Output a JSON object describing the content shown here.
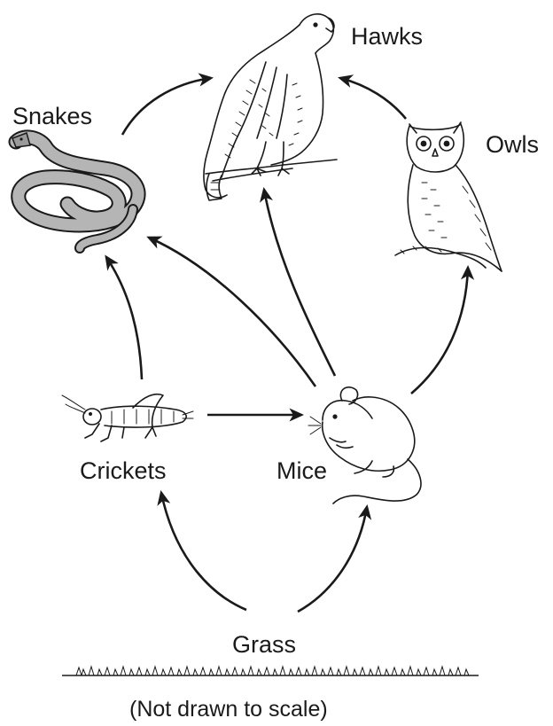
{
  "organisms": {
    "hawks": "Hawks",
    "snakes": "Snakes",
    "owls": "Owls",
    "crickets": "Crickets",
    "mice": "Mice",
    "grass": "Grass"
  },
  "caption": "(Not drawn to scale)",
  "arrows": [
    {
      "from": "Grass",
      "to": "Crickets"
    },
    {
      "from": "Grass",
      "to": "Mice"
    },
    {
      "from": "Crickets",
      "to": "Mice"
    },
    {
      "from": "Crickets",
      "to": "Snakes"
    },
    {
      "from": "Mice",
      "to": "Snakes"
    },
    {
      "from": "Mice",
      "to": "Hawks"
    },
    {
      "from": "Mice",
      "to": "Owls"
    },
    {
      "from": "Snakes",
      "to": "Hawks"
    },
    {
      "from": "Owls",
      "to": "Hawks"
    }
  ],
  "icons": {
    "hawk": "hawk-icon",
    "snake": "snake-icon",
    "owl": "owl-icon",
    "cricket": "cricket-icon",
    "mouse": "mouse-icon",
    "grass": "grass-icon"
  },
  "colors": {
    "ink": "#1a1a1a",
    "snake_fill": "#b5b5b5",
    "background": "#ffffff"
  }
}
